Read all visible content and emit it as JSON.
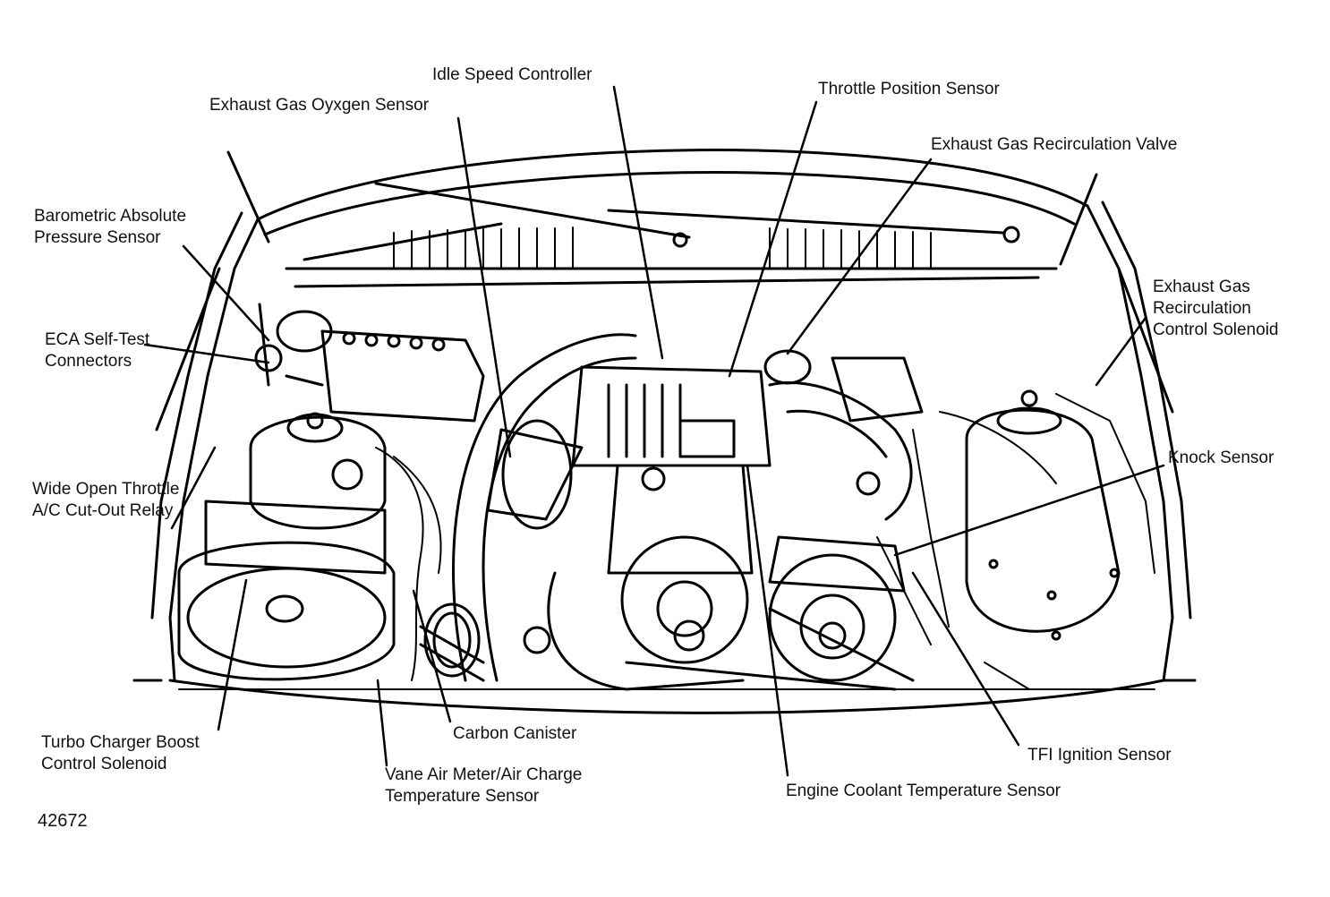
{
  "labels": {
    "idle_speed_controller": "Idle Speed Controller",
    "throttle_position_sensor": "Throttle Position Sensor",
    "exhaust_gas_oxygen_sensor": "Exhaust Gas Oyxgen Sensor",
    "exhaust_gas_recirculation_valve": "Exhaust Gas Recirculation Valve",
    "barometric_absolute_pressure_sensor": [
      "Barometric Absolute",
      "Pressure Sensor"
    ],
    "egr_control_solenoid": [
      "Exhaust Gas",
      "Recirculation",
      "Control Solenoid"
    ],
    "eca_self_test_connectors": [
      "ECA Self-Test",
      "Connectors"
    ],
    "knock_sensor": "Knock Sensor",
    "wot_ac_cutout_relay": [
      "Wide Open Throttle",
      "A/C Cut-Out Relay"
    ],
    "turbo_charger_boost_control_solenoid": [
      "Turbo Charger Boost",
      "Control Solenoid"
    ],
    "carbon_canister": "Carbon Canister",
    "tfi_ignition_sensor": "TFI Ignition Sensor",
    "vane_air_meter": [
      "Vane Air Meter/Air Charge",
      "Temperature Sensor"
    ],
    "engine_coolant_temperature_sensor": "Engine Coolant Temperature Sensor"
  },
  "figure_number": "42672"
}
